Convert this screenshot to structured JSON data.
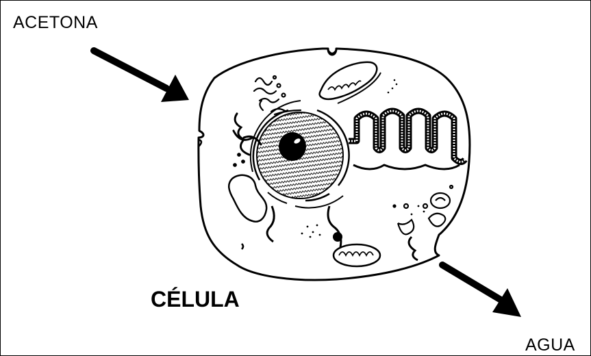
{
  "labels": {
    "top_left": "ACETONA",
    "cell": "CÉLULA",
    "bottom_right": "AGUA"
  },
  "colors": {
    "ink": "#000000",
    "background": "#ffffff"
  }
}
